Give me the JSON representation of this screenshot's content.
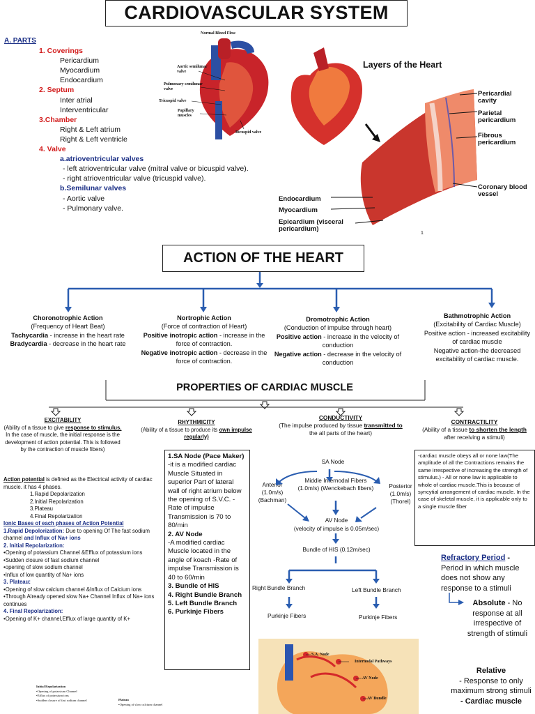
{
  "title": "CARDIOVASCULAR SYSTEM",
  "parts": {
    "heading": "A. PARTS",
    "coverings": {
      "label": "1. Coverings",
      "items": [
        "Pericardium",
        "Myocardium",
        "Endocardium"
      ]
    },
    "septum": {
      "label": "2. Septum",
      "items": [
        "Inter atrial",
        "Interventricular"
      ]
    },
    "chamber": {
      "label": "3.Chamber",
      "items": [
        "Right & Left atrium",
        "Right & Left ventricle"
      ]
    },
    "valve": {
      "label": "4.  Valve",
      "av_heading": "a.atrioventricular valves",
      "av_items": [
        "- left atrioventricular valve (mitral valve or bicuspid valve).",
        "- right atrioventricular valve (tricuspid valve)."
      ],
      "sl_heading": "b.Semilunar valves",
      "sl_items": [
        "- Aortic valve",
        "- Pulmonary valve."
      ]
    }
  },
  "heart_diagram": {
    "title": "Normal Blood Flow",
    "labels": [
      "Aortic semilunar valve",
      "Pulmonary semilunar valve",
      "Tricuspid valve",
      "Papillary muscles",
      "Bicuspid valve"
    ]
  },
  "layers": {
    "title": "Layers of the Heart",
    "labels": [
      "Pericardial cavity",
      "Parietal pericardium",
      "Fibrous pericardium",
      "Coronary blood vessel",
      "Endocardium",
      "Myocardium",
      "Epicardium (visceral pericardium)"
    ],
    "page_num": "1"
  },
  "action": {
    "heading": "ACTION OF THE HEART",
    "chrono": {
      "title": "Choronotrophic Action",
      "sub": "(Frequency of Heart Beat)",
      "l1a": "Tachycardia",
      "l1b": " - increase in the heart rate",
      "l2a": "Bradycardia",
      "l2b": " - decrease in the heart rate"
    },
    "nortro": {
      "title": "Nortrophic Action",
      "sub": "(Force of contraction of Heart)",
      "l1a": "Positive inotropic action",
      "l1b": " - increase in the force of contraction.",
      "l2a": "Negative inotropic action",
      "l2b": " - decrease in the force of contraction."
    },
    "dromo": {
      "title": "Dromotrophic Action",
      "sub": "(Conduction of impulse through heart)",
      "l1a": "Positive action",
      "l1b": " - increase in the velocity of conduction",
      "l2a": "Negative action",
      "l2b": " - decrease in the velocity of conduction"
    },
    "bathmo": {
      "title": "Bathmotrophic Action",
      "sub": "(Excitability of Cardiac Muscle)",
      "l1": "Positive action - increased excitability of cardiac muscle",
      "l2": "Negative action-the decreased excitability of cardiac muscle."
    }
  },
  "properties": {
    "heading": "PROPERTIES OF CARDIAC MUSCLE",
    "excitability": {
      "title": "EXCITABILITY",
      "def_a": "(Ability of a tissue to give ",
      "def_u": "response to stimulus.",
      "def_b": " In the case of muscle, the initial response is the development of action potential. This is followed by the contraction of muscle fibers)",
      "ap_u": "Action potential",
      "ap_rest": " is defined as the Electrical activity of cardiac muscle. it has 4 phases.",
      "phases": [
        "1.Rapid Depolarization",
        "2.Initial Repolarization",
        "3.Plateau",
        "4.Final Repolarization"
      ],
      "ionic_title": "Ionic Bases of  each phases of Action Potential",
      "p1_title": "1.Rapid Depolorization:",
      "p1_text": " Due to opening Of The fast sodium channel ",
      "p1_bold": "and Influx of Na+ ions",
      "p2_title": "2. Initial Repolarization:",
      "p2_items": [
        "•Opening of potassium Channel &Efflux of potassium ions",
        "•Sudden closure of fast sodium channel",
        "•opening of slow sodium channel",
        "•Influx of low quantity of Na+ ions"
      ],
      "p3_title": "3. Plateau:",
      "p3_items": [
        "•Opening of slow calcium channel &Influx of Calcium ions",
        "•Through Already opened slow Na+ Channel Influx of Na+ ions continues"
      ],
      "p4_title": "4. Final Repolarization:",
      "p4_items": [
        "•Opening of K+ channel,Efflux of large quantity of K+"
      ],
      "mini_left": [
        "Initial Repolarization",
        "•Opening of potassium Channel",
        "•Efflux of potassium ions",
        "•Sudden closure of fast sodium channel"
      ],
      "mini_right": [
        "Plateau",
        "•Opening of slow calcium channel"
      ]
    },
    "rhythmicity": {
      "title": "RHYTHMICITY",
      "def_a": "(Ability  of a tissue to produce its ",
      "def_u": "own impulse regularly)",
      "sa_title": "1.SA Node (Pace Maker)",
      "sa_text": "-it is a modified cardiac Muscle Situated in superior Part of lateral wall of right atrium below the opening of S.V.C. -Rate of impulse Transmission is 70 to 80/min",
      "av_title": "2. AV Node",
      "av_text": "-A modified cardiac Muscle located in the angle of koach -Rate of impulse Transmission is 40 to 60/min",
      "items": [
        "3. Bundle of HIS",
        "4. Right Bundle Branch",
        "5. Left Bundle Branch",
        "6. Purkinje Fibers"
      ]
    },
    "conductivity": {
      "title": "CONDUCTIVITY",
      "def_a": "(The impulse produced by tissue ",
      "def_u": "transmitted to",
      "def_b": " the all parts of the heart)",
      "sa": "SA Node",
      "anterior": "Anterior (1.0m/s) (Bachman)",
      "middle": "Middle Internodal Fibers (1.0m/s) (Wenckebach fibers)",
      "posterior": "Posterior (1.0m/s) (Thorel)",
      "av": "AV Node",
      "av_vel": "(velocity of impulse is 0.05m/sec)",
      "his": "Bundle of HIS (0.12m/sec)",
      "rbb": "Right Bundle Branch",
      "lbb": "Left  Bundle Branch",
      "pf1": "Purkinje Fibers",
      "pf2": "Purkinje  Fibers",
      "diagram_labels": [
        "S.A. Node",
        "Internodal Pathways",
        "AV Node",
        "AV Bundle"
      ]
    },
    "contractility": {
      "title": "CONTRACTILITY",
      "def_a": "(Ability of a tissue ",
      "def_u": "to shorten the length",
      "def_b": " after receiving a stimuli)",
      "box_text": "-cardiac muscle obeys all or none law(The amplitude of all the Contractions remains the same irrespective of increasing the strength of stimulus.) - All or none law is applicable to whole of cardiac muscle.This is because of syncytial arrangement of cardiac muscle. In the case of skeletal muscle, it is applicable only to a single muscle fiber",
      "rp_title": "Refractory Period",
      "rp_dash": " -",
      "rp_text": "Period in which muscle does not show any response to a stimuli",
      "abs_title": "Absolute",
      "abs_text": " - No response at all irrespective of strength of stimuli",
      "rel_title": "Relative",
      "rel_text": "- Response to only maximum strong stimuli",
      "cut_text": "- Cardiac muscle"
    }
  }
}
